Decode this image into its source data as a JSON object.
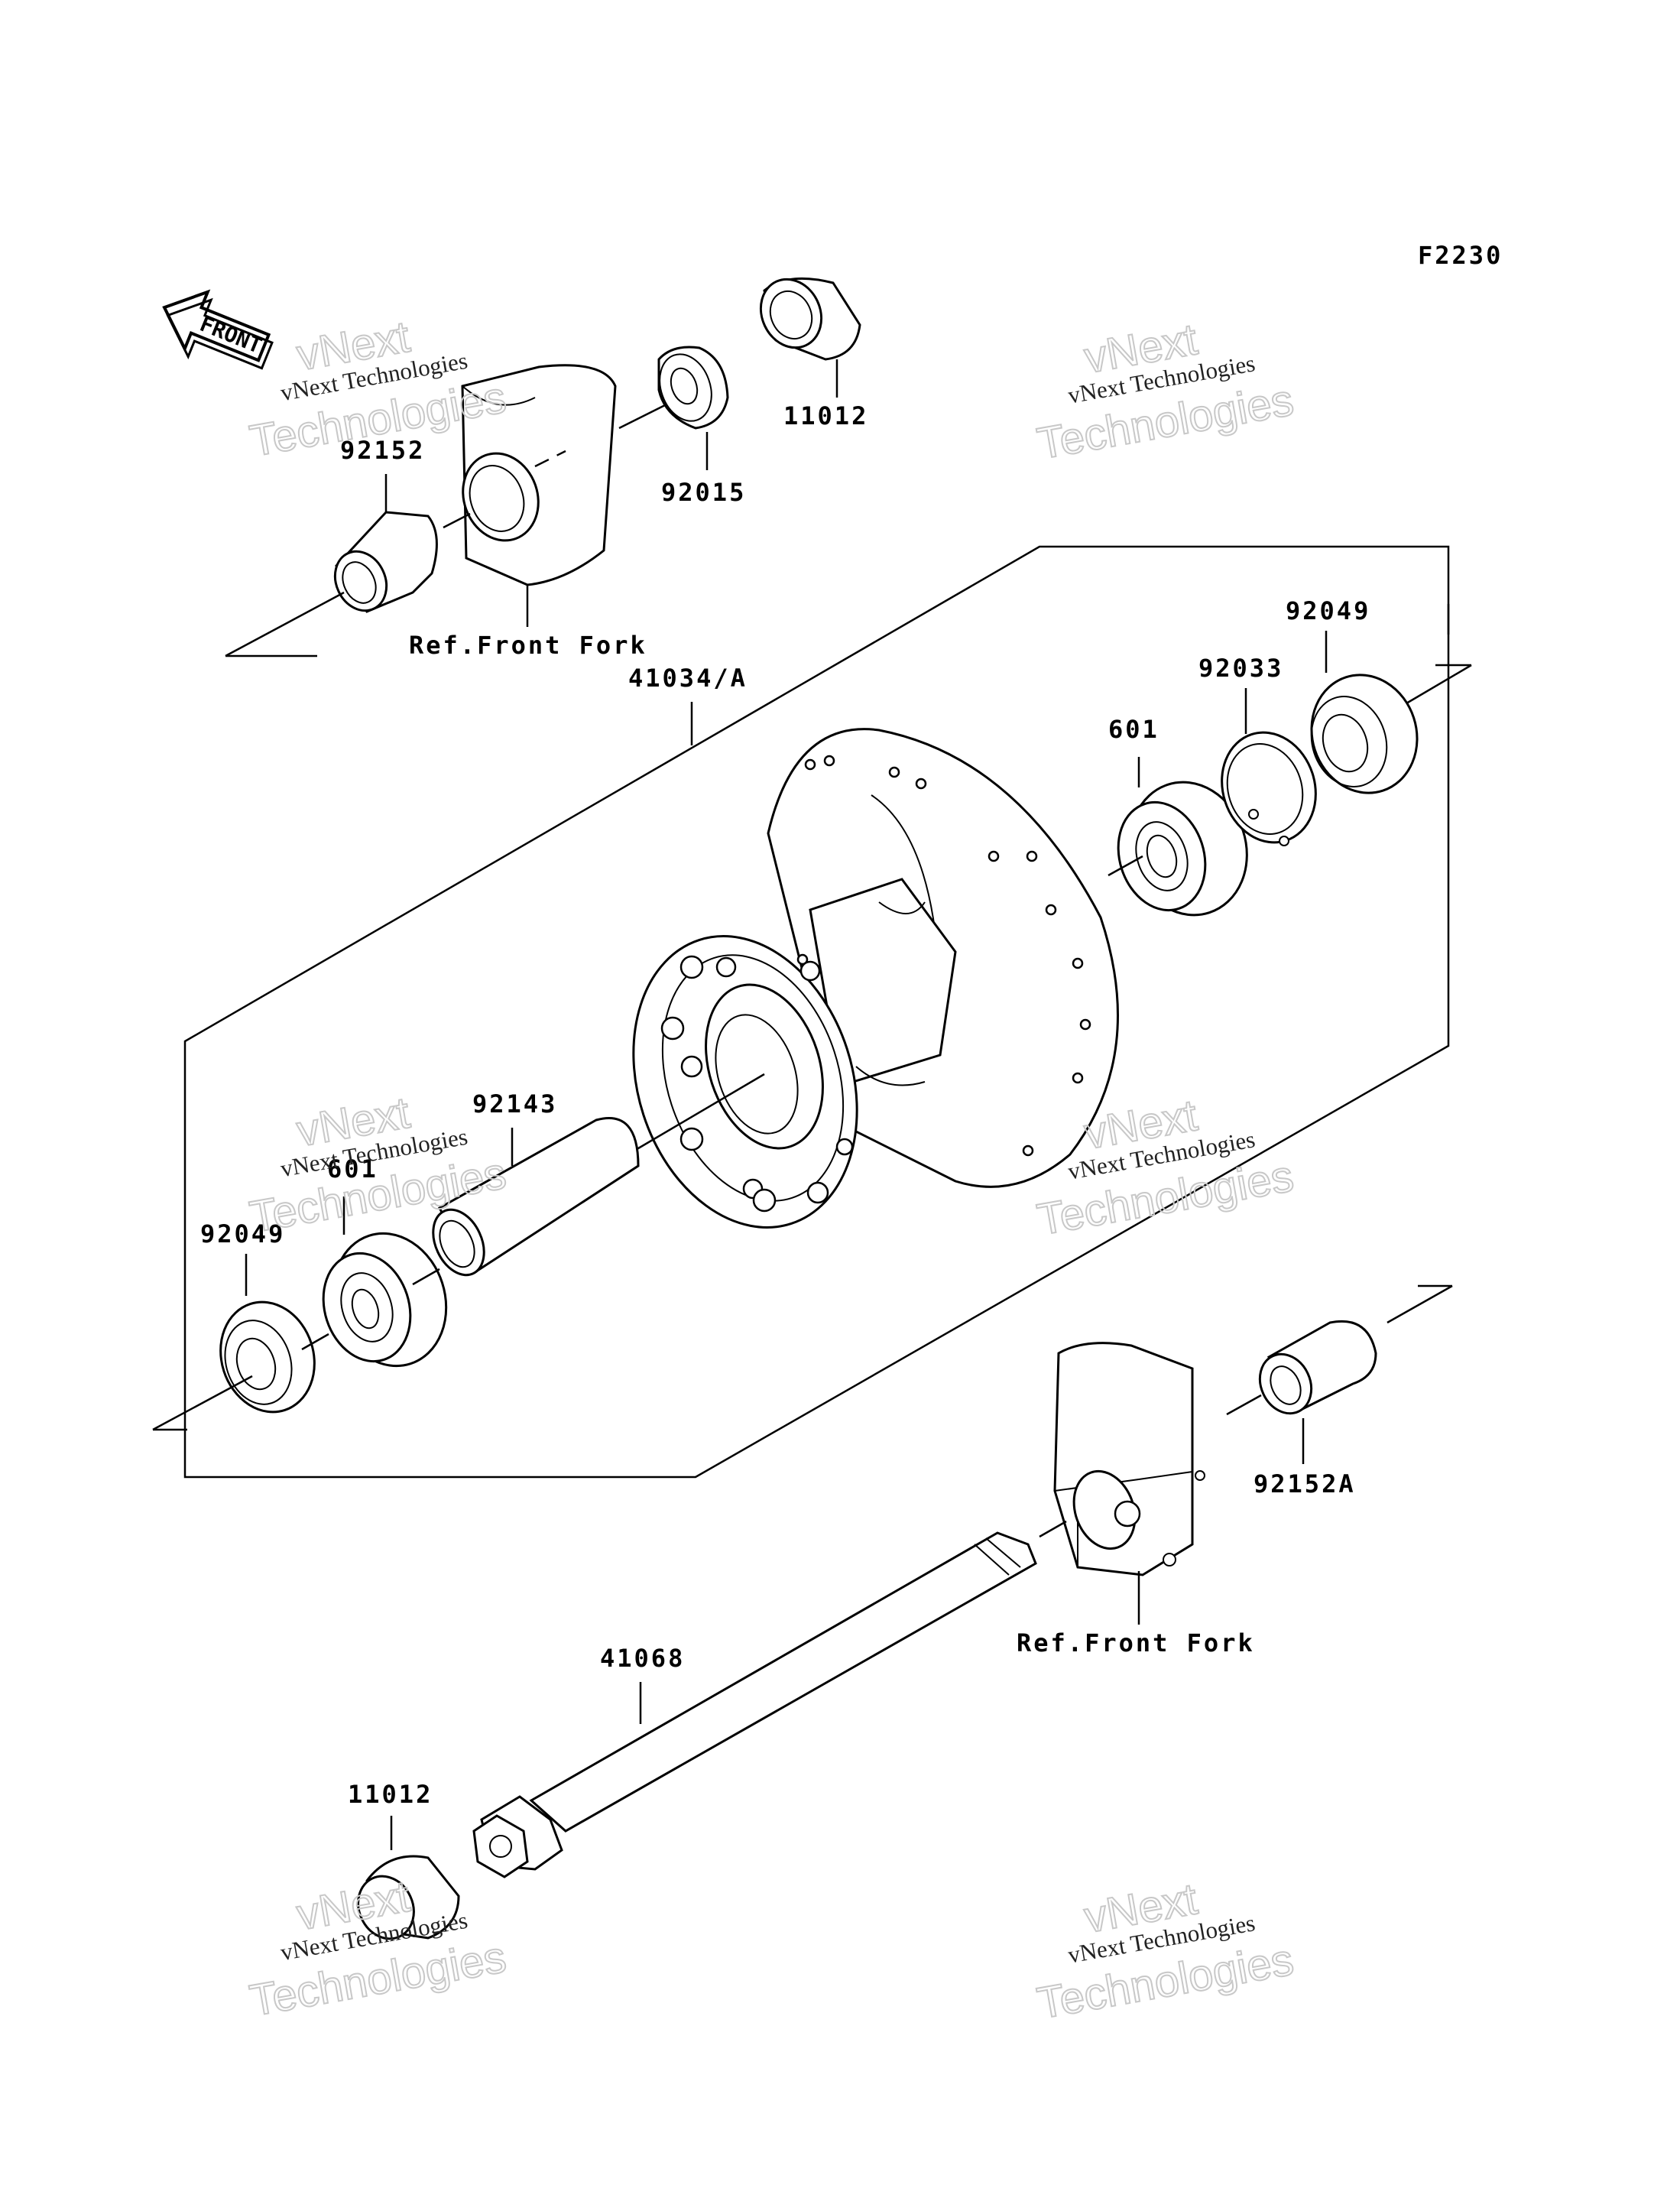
{
  "diagram_code": "F2230",
  "front_indicator": "FRONT",
  "callouts": {
    "axle_nut_top": "11012",
    "collar_92015": "92015",
    "collar_left_top": "92152",
    "ref_fork_top": "Ref.Front Fork",
    "hub": "41034/A",
    "seal_right": "92049",
    "circlip": "92033",
    "bearing_right": "601",
    "spacer": "92143",
    "bearing_left": "601",
    "seal_left": "92049",
    "collar_right": "92152A",
    "ref_fork_bottom": "Ref.Front Fork",
    "axle": "41068",
    "axle_nut_bottom": "11012"
  },
  "watermark": {
    "line1": "vNext Technologies",
    "line2": "vNext",
    "line3": "Technologies"
  }
}
